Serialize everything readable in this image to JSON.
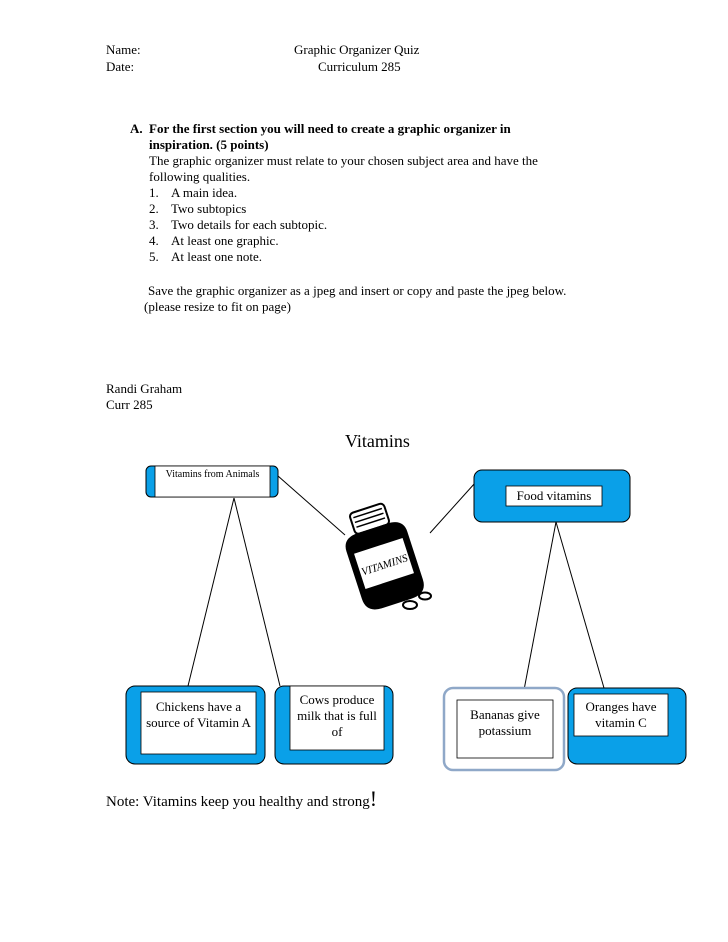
{
  "header": {
    "name_label": "Name:",
    "date_label": "Date:",
    "title": "Graphic Organizer Quiz",
    "course": "Curriculum 285"
  },
  "instructions": {
    "section_letter": "A.",
    "heading_line1": "For the first section you will need to create a graphic organizer in",
    "heading_line2": "inspiration. (5 points)",
    "intro_line1": "The graphic organizer must relate to your chosen subject area and have the",
    "intro_line2": "following qualities.",
    "items": [
      {
        "num": "1.",
        "text": "A main idea."
      },
      {
        "num": "2.",
        "text": "Two subtopics"
      },
      {
        "num": "3.",
        "text": "Two details for each subtopic."
      },
      {
        "num": "4.",
        "text": "At least one graphic."
      },
      {
        "num": "5.",
        "text": "At least one note."
      }
    ],
    "save_line1": "Save the graphic organizer as a jpeg and insert or copy and paste the jpeg below.",
    "save_line2": "(please resize to fit on page)"
  },
  "author": {
    "name": "Randi Graham",
    "course": "Curr 285"
  },
  "organizer": {
    "main_idea": "Vitamins",
    "graphic_label": "VITAMINS",
    "subtopic_left": "Vitamins from Animals",
    "subtopic_right": "Food vitamins",
    "details": {
      "left_1": "Chickens have a source of Vitamin A",
      "left_2": "Cows produce milk that is full of",
      "right_1": "Bananas give potassium",
      "right_2": "Oranges have vitamin C"
    },
    "colors": {
      "accent": "#0aa0e8",
      "box_border": "#000000",
      "faded_border": "#8fa8c8"
    }
  },
  "note": {
    "text": "Note:  Vitamins keep you healthy and strong",
    "exclamation": "!"
  }
}
